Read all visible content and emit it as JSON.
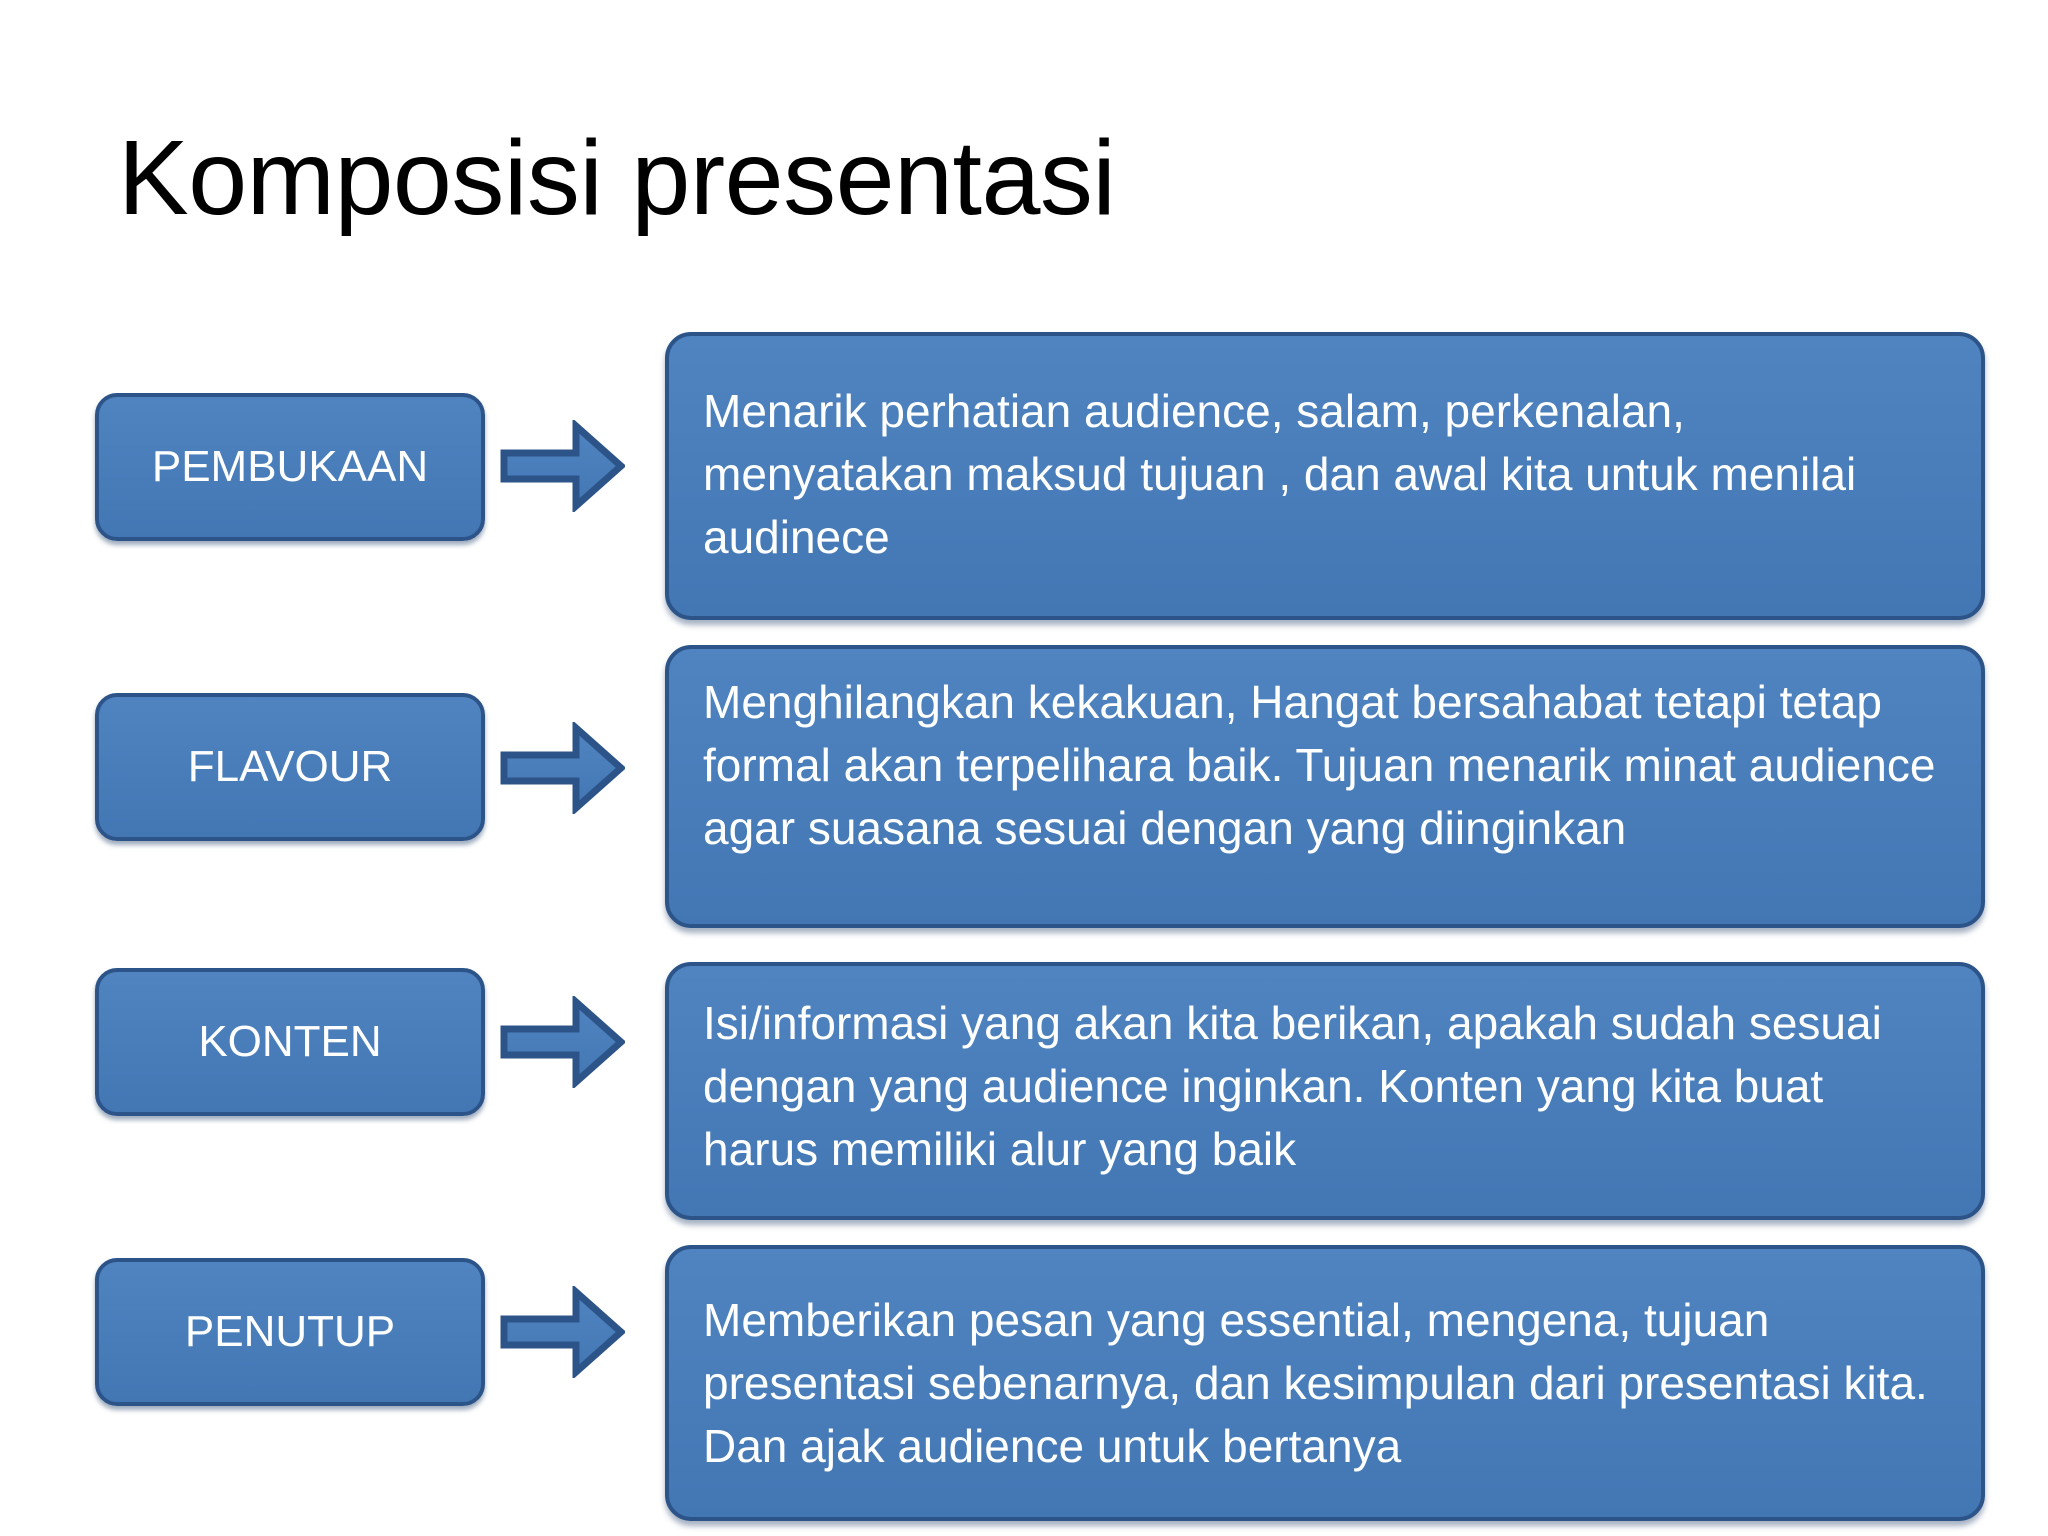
{
  "slide": {
    "title": "Komposisi presentasi",
    "background_color": "#ffffff",
    "title_color": "#000000",
    "shape_fill_color": "#4a7ebb",
    "shape_border_color": "#2d5489",
    "shape_text_color": "#ffffff",
    "arrow_fill_color": "#4a7ebb",
    "arrow_border_color": "#2d5489"
  },
  "rows": [
    {
      "label": "PEMBUKAAN",
      "arrow_icon": "right-arrow-icon",
      "description": "Menarik perhatian audience, salam, perkenalan, menyatakan maksud tujuan , dan awal kita untuk menilai audinece"
    },
    {
      "label": "FLAVOUR",
      "arrow_icon": "right-arrow-icon",
      "description": "Menghilangkan kekakuan, Hangat bersahabat tetapi tetap formal akan terpelihara baik. Tujuan menarik minat audience agar suasana sesuai dengan yang diinginkan"
    },
    {
      "label": "KONTEN",
      "arrow_icon": "right-arrow-icon",
      "description": "Isi/informasi yang akan kita berikan, apakah sudah sesuai dengan yang audience inginkan. Konten yang kita buat harus memiliki alur yang baik"
    },
    {
      "label": "PENUTUP",
      "arrow_icon": "right-arrow-icon",
      "description": "Memberikan pesan yang essential,  mengena, tujuan presentasi sebenarnya, dan kesimpulan dari presentasi kita. Dan ajak audience untuk bertanya"
    }
  ]
}
